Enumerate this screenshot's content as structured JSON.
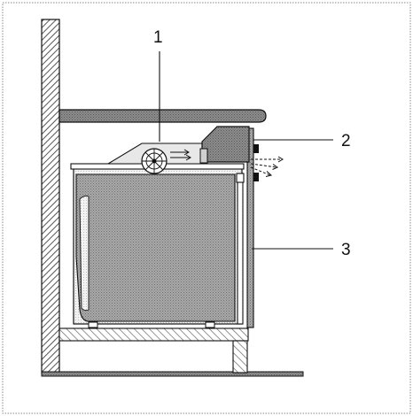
{
  "callouts": {
    "c1": "1",
    "c2": "2",
    "c3": "3"
  },
  "colors": {
    "border": "#8a8a8a",
    "ink": "#111111",
    "hatch": "#6e6e6e",
    "appliance": "#9a9a9a",
    "counter": "#7a7a7a",
    "fan_housing": "#e8e8e8"
  }
}
